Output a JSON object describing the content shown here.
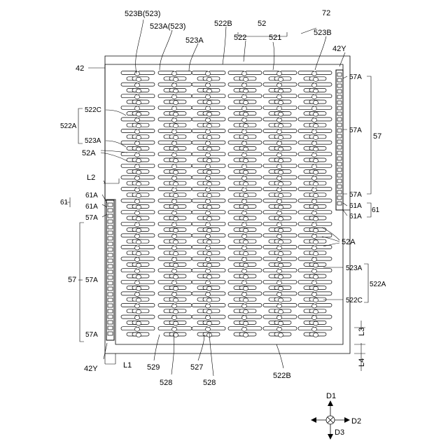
{
  "labels": {
    "title_ref": "72",
    "ref_52": "52",
    "ref_522": "522",
    "ref_521": "521",
    "ref_522B_top": "522B",
    "ref_522B_bottom": "522B",
    "ref_523B_523": "523B(523)",
    "ref_523A_523": "523A(523)",
    "ref_523A_top": "523A",
    "ref_523B_right": "523B",
    "ref_42": "42",
    "ref_42Y_top": "42Y",
    "ref_42Y_bottom": "42Y",
    "ref_522C_left": "522C",
    "ref_522A_left": "522A",
    "ref_523A_left": "523A",
    "ref_52A_left": "52A",
    "ref_L2": "L2",
    "ref_61_left": "61",
    "ref_61A_l1": "61A",
    "ref_61A_l2": "61A",
    "ref_57A_l1": "57A",
    "ref_57_left": "57",
    "ref_57A_l2": "57A",
    "ref_57A_l3": "57A",
    "ref_57A_r1": "57A",
    "ref_57A_r2": "57A",
    "ref_57_right": "57",
    "ref_57A_r3": "57A",
    "ref_61A_r1": "61A",
    "ref_61A_r2": "61A",
    "ref_61_right": "61",
    "ref_52A_right": "52A",
    "ref_523A_right": "523A",
    "ref_522A_right": "522A",
    "ref_522C_right": "522C",
    "ref_L3": "L3",
    "ref_L4": "L4",
    "ref_L1": "L1",
    "ref_529": "529",
    "ref_528_a": "528",
    "ref_527": "527",
    "ref_528_b": "528",
    "dir_D1": "D1",
    "dir_D2": "D2",
    "dir_D3": "D3"
  }
}
